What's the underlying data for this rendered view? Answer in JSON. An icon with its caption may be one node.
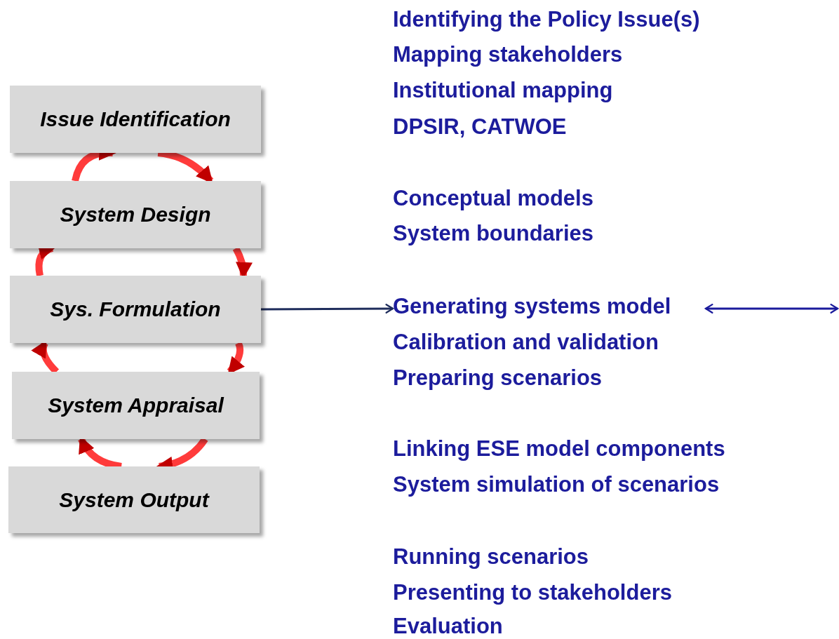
{
  "diagram": {
    "nodes": [
      {
        "text": [
          "Issue Identification"
        ]
      },
      {
        "text": [
          "System Design"
        ]
      },
      {
        "text": [
          "Sys. Formulation"
        ]
      },
      {
        "text": [
          "System Appraisal"
        ]
      },
      {
        "text": [
          "System Output"
        ]
      },
      {
        "text": [
          "Generating systems model",
          "Calibration and validation",
          "Preparing scenarios"
        ]
      }
    ],
    "edges": [
      {
        "from": 1,
        "to": 0,
        "arrow": "to"
      },
      {
        "from": 0,
        "to": 1,
        "arrow": "to"
      },
      {
        "from": 2,
        "to": 1,
        "arrow": "to"
      },
      {
        "from": 1,
        "to": 2,
        "arrow": "to"
      },
      {
        "from": 3,
        "to": 2,
        "arrow": "to"
      },
      {
        "from": 2,
        "to": 3,
        "arrow": "to"
      },
      {
        "from": 4,
        "to": 3,
        "arrow": "to"
      },
      {
        "from": 3,
        "to": 4,
        "arrow": "to"
      },
      {
        "from": 2,
        "to": 5,
        "arrow": "to",
        "color": "#1f2d5c"
      },
      {
        "from": 5,
        "to": null,
        "arrow": "both",
        "color": "#1a1a9c"
      }
    ],
    "labels": [
      "Identifying the Policy Issue(s)",
      "Mapping stakeholders",
      "Institutional mapping",
      "DPSIR, CATWOE",
      "Conceptual models",
      "System boundaries",
      "Linking ESE model components",
      "System simulation of scenarios",
      "Running scenarios",
      "Presenting to stakeholders",
      "Evaluation"
    ]
  }
}
